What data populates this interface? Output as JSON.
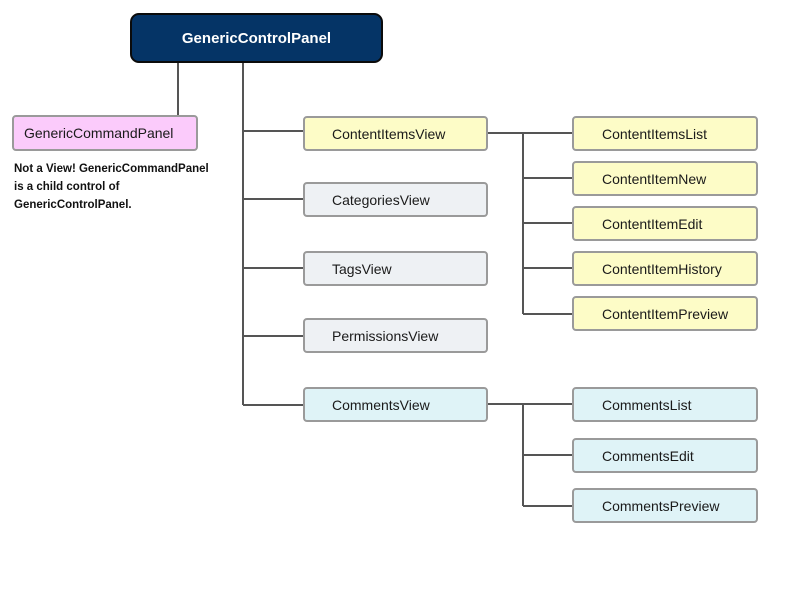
{
  "root": {
    "label": "GenericControlPanel"
  },
  "command_panel": {
    "label": "GenericCommandPanel",
    "note": "Not a View! GenericCommandPanel\nis a child control of\nGenericControlPanel."
  },
  "views": [
    {
      "label": "ContentItemsView",
      "color": "#fdfcc7"
    },
    {
      "label": "CategoriesView",
      "color": "#eef1f4"
    },
    {
      "label": "TagsView",
      "color": "#eef1f4"
    },
    {
      "label": "PermissionsView",
      "color": "#eef1f4"
    },
    {
      "label": "CommentsView",
      "color": "#dff3f7"
    }
  ],
  "content_items_children": [
    {
      "label": "ContentItemsList"
    },
    {
      "label": "ContentItemNew"
    },
    {
      "label": "ContentItemEdit"
    },
    {
      "label": "ContentItemHistory"
    },
    {
      "label": "ContentItemPreview"
    }
  ],
  "comments_children": [
    {
      "label": "CommentsList"
    },
    {
      "label": "CommentsEdit"
    },
    {
      "label": "CommentsPreview"
    }
  ],
  "colors": {
    "root": "#053466",
    "command_panel": "#fbcbfb",
    "content_group": "#fdfcc7",
    "neutral_views": "#eef1f4",
    "comments_group": "#dff3f7",
    "connector": "#555555"
  }
}
